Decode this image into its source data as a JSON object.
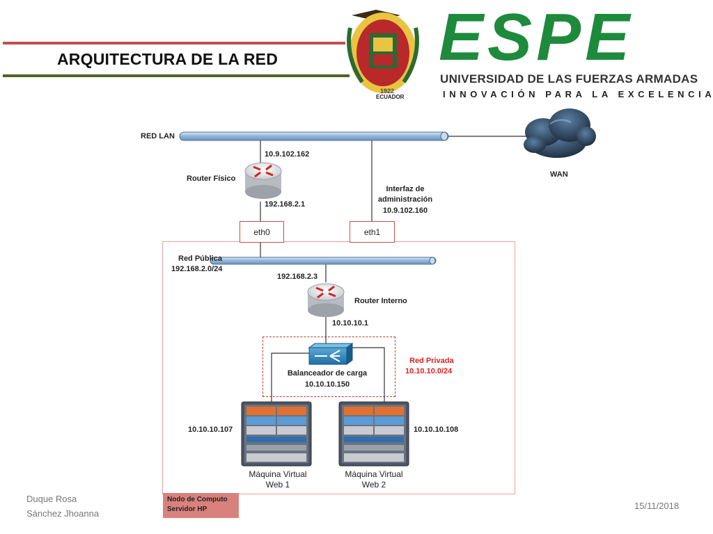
{
  "slide": {
    "title": "ARQUITECTURA DE LA RED"
  },
  "logo": {
    "brand": "ESPE",
    "university": "UNIVERSIDAD DE LAS FUERZAS ARMADAS",
    "slogan": "INNOVACIÓN PARA LA EXCELENCIA",
    "shield_year": "1922",
    "shield_country": "ECUADOR"
  },
  "diagram": {
    "red_lan": "RED LAN",
    "wan": "WAN",
    "router_fisico": "Router Físico",
    "router_fisico_ip_top": "10.9.102.162",
    "router_fisico_ip_bottom": "192.168.2.1",
    "mgmt_line1": "Interfaz de",
    "mgmt_line2": "administración",
    "mgmt_ip": "10.9.102.160",
    "eth0": "eth0",
    "eth1": "eth1",
    "red_publica": "Red Pública",
    "red_publica_net": "192.168.2.0/24",
    "router_interno_ip_top": "192.168.2.3",
    "router_interno": "Router Interno",
    "router_interno_ip_bottom": "10.10.10.1",
    "balanceador": "Balanceador de carga",
    "balanceador_ip": "10.10.10.150",
    "red_privada": "Red Privada",
    "red_privada_net": "10.10.10.0/24",
    "vm1_ip": "10.10.10.107",
    "vm2_ip": "10.10.10.108",
    "vm1_line1": "Máquina Virtual",
    "vm1_line2": "Web 1",
    "vm2_line1": "Máquina Virtual",
    "vm2_line2": "Web 2",
    "node_line1": "Nodo de Computo",
    "node_line2": "Servidor HP"
  },
  "footer": {
    "author_1": "Duque Rosa",
    "author_2": "Sánchez Jhoanna",
    "date": "15/11/2018"
  },
  "colors": {
    "title_rule_top": "#c0504d",
    "title_rule_bottom": "#4f6228",
    "brand_green": "#1e8a3c",
    "bus_blue": "#8fb4d8",
    "node_box": "#e3a39f",
    "private_red": "#e02020"
  }
}
